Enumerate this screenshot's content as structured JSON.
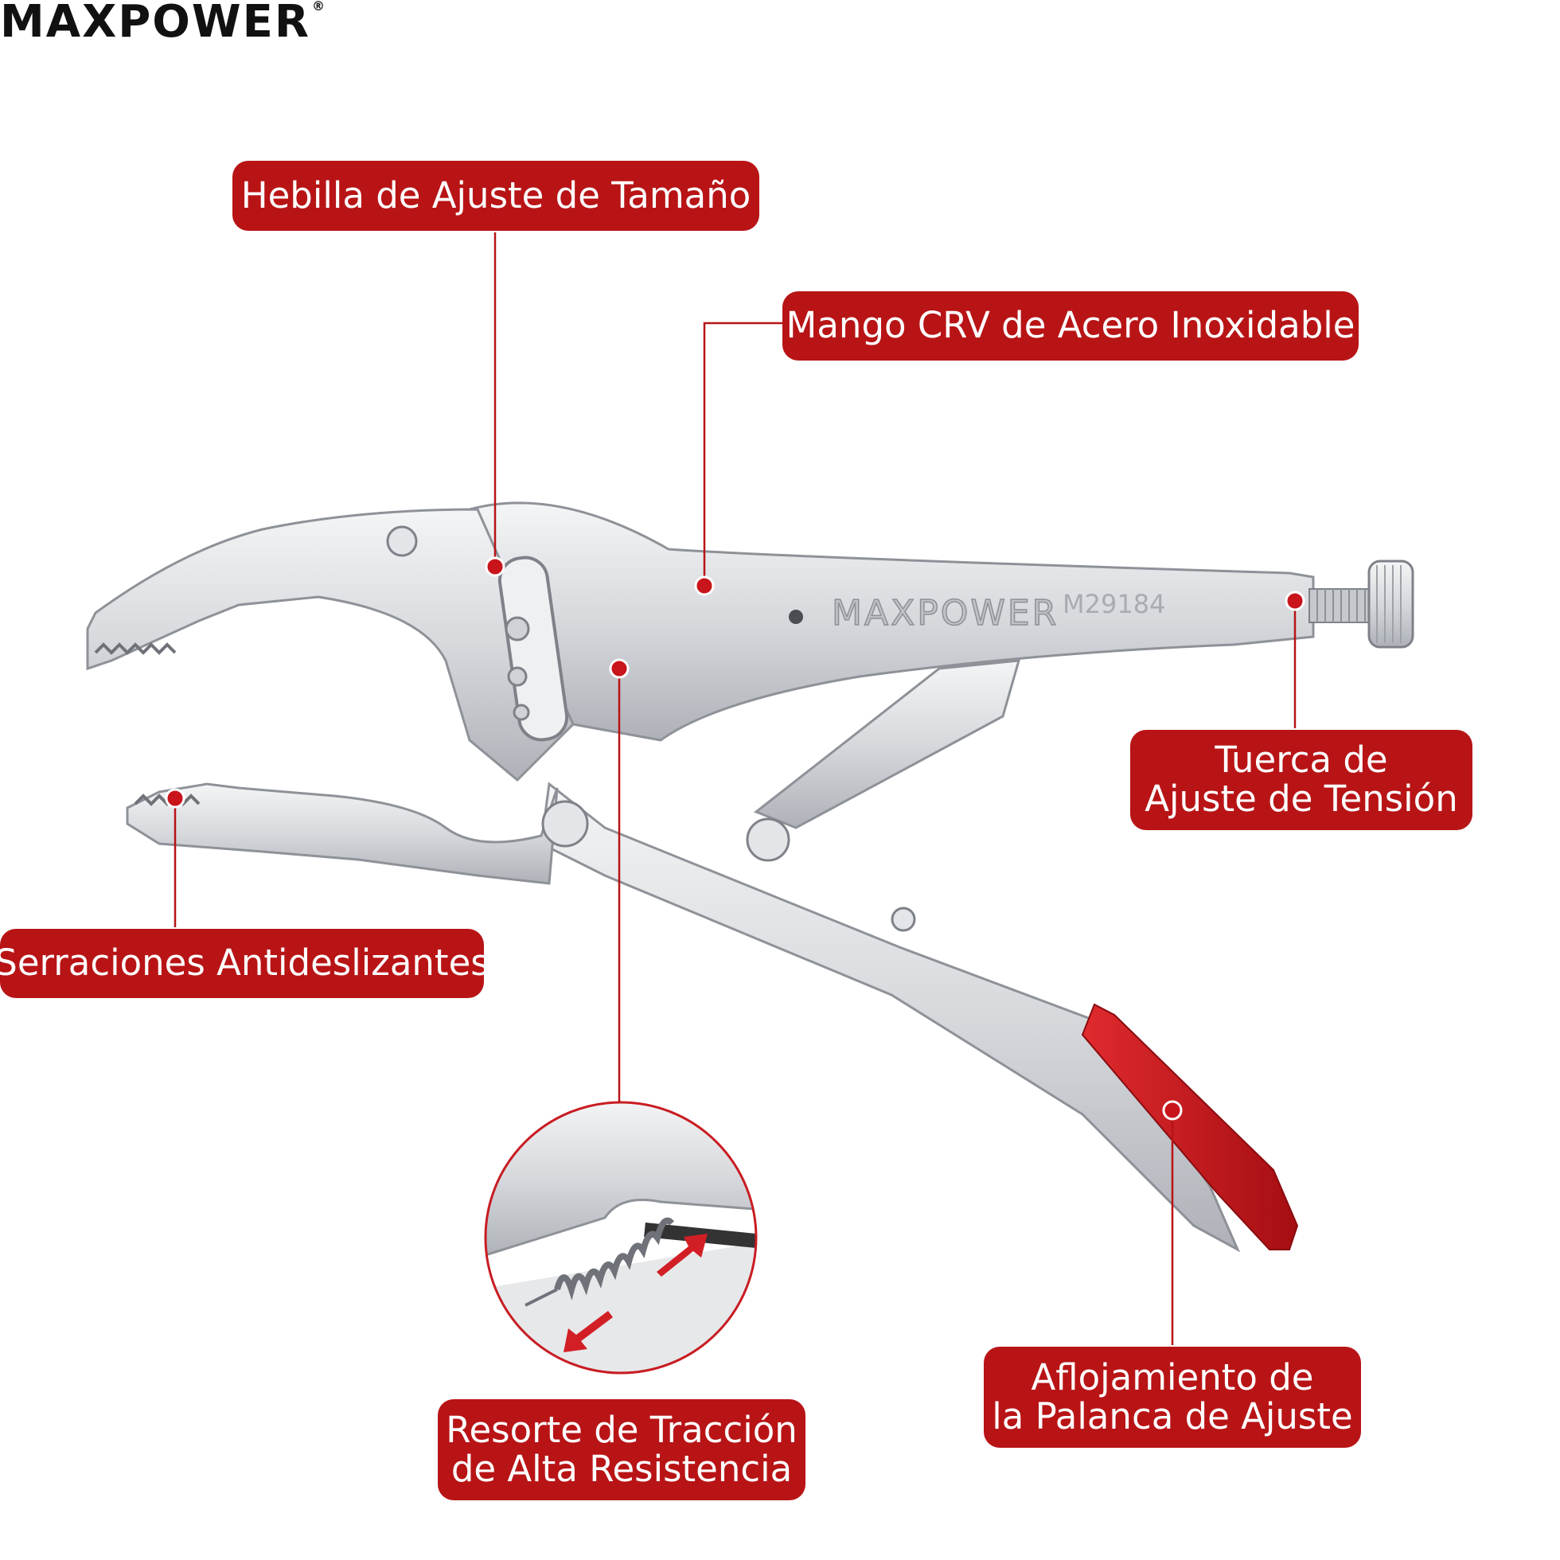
{
  "brand": {
    "logo_text": "MAXPOWER",
    "reg_mark": "®"
  },
  "tool": {
    "brand_engraving": "MAXPOWER",
    "model_engraving": "M29184"
  },
  "colors": {
    "accent": "#b81416",
    "grip": "#c8141a",
    "steel": "#d9dbde",
    "steel_dark": "#9a9ea4"
  },
  "callouts": {
    "size_buckle": {
      "lines": [
        "Hebilla de Ajuste de Tamaño"
      ]
    },
    "handle": {
      "lines": [
        "Mango CRV de Acero Inoxidable"
      ]
    },
    "tension_nut": {
      "lines": [
        "Tuerca de",
        "Ajuste de Tensión"
      ]
    },
    "serrations": {
      "lines": [
        "Serraciones Antideslizantes"
      ]
    },
    "spring": {
      "lines": [
        "Resorte de Tracción",
        "de Alta Resistencia"
      ]
    },
    "release_lever": {
      "lines": [
        "Aflojamiento de",
        "la Palanca de Ajuste"
      ]
    }
  }
}
